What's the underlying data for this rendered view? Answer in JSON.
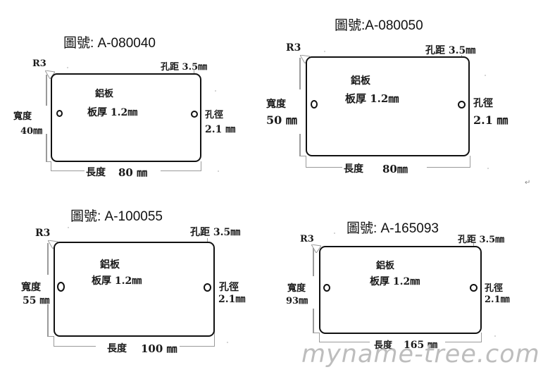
{
  "watermark": "myname-tree.com",
  "return_mark": "↵",
  "panels": [
    {
      "title": "圖號:  A-080040",
      "corner_radius": "R3",
      "hole_distance": "孔距 3.5㎜",
      "material": "鋁板",
      "thickness": "板厚 1.2㎜",
      "width_label": "寬度",
      "width_value": "40㎜",
      "hole_dia_label": "孔徑",
      "hole_dia_value": "2.1 ㎜",
      "length_label": "長度",
      "length_value": "80 ㎜"
    },
    {
      "title": "圖號:A-080050",
      "corner_radius": "R3",
      "hole_distance": "孔距 3.5㎜",
      "material": "鋁板",
      "thickness": "板厚 1.2㎜",
      "width_label": "寬度",
      "width_value": "50 ㎜",
      "hole_dia_label": "孔徑",
      "hole_dia_value": "2.1 ㎜",
      "length_label": "長度",
      "length_value": "80㎜"
    },
    {
      "title": "圖號: A-100055",
      "corner_radius": "R3",
      "hole_distance": "孔距 3.5㎜",
      "material": "鋁板",
      "thickness": "板厚 1.2㎜",
      "width_label": "寬度",
      "width_value": "55 ㎜",
      "hole_dia_label": "孔徑",
      "hole_dia_value": "2.1㎜",
      "length_label": "長度",
      "length_value": "100 ㎜"
    },
    {
      "title": "圖號: A-165093",
      "corner_radius": "R3",
      "hole_distance": "孔距 3.5㎜",
      "material": "鋁板",
      "thickness": "板厚 1.2㎜",
      "width_label": "寬度",
      "width_value": "93㎜",
      "hole_dia_label": "孔徑",
      "hole_dia_value": "2.1㎜",
      "length_label": "長度",
      "length_value": "165 ㎜"
    }
  ]
}
